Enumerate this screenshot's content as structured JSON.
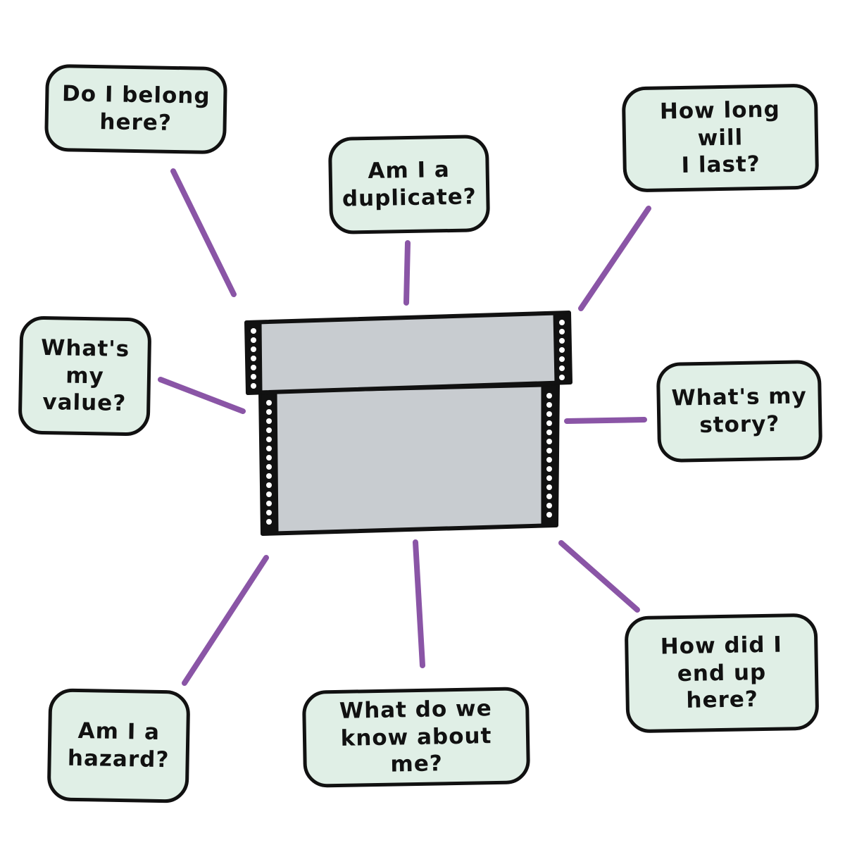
{
  "colors": {
    "bubble_fill": "#e0efe6",
    "connector": "#8a55a6",
    "box_fill": "#c8ccd0",
    "outline": "#111111"
  },
  "center": {
    "icon": "archive-box-icon"
  },
  "questions": [
    {
      "id": "belong",
      "text": "Do I belong\nhere?"
    },
    {
      "id": "duplicate",
      "text": "Am I a\nduplicate?"
    },
    {
      "id": "last",
      "text": "How long will\nI last?"
    },
    {
      "id": "value",
      "text": "What's\nmy\nvalue?"
    },
    {
      "id": "story",
      "text": "What's my\nstory?"
    },
    {
      "id": "hazard",
      "text": "Am I a\nhazard?"
    },
    {
      "id": "know",
      "text": "What do we\nknow about me?"
    },
    {
      "id": "end-up",
      "text": "How did I\nend up here?"
    }
  ]
}
